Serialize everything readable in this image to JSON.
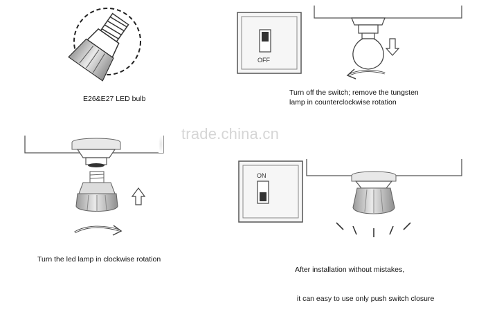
{
  "steps": [
    {
      "caption_lines": [
        "E26&E27 LED bulb"
      ]
    },
    {
      "caption_lines": [
        "Turn off the switch; remove the tungsten",
        "lamp in counterclockwise rotation"
      ],
      "switch_label": "OFF"
    },
    {
      "caption_lines": [
        "Turn the led lamp in clockwise rotation"
      ]
    },
    {
      "caption_lines": [
        "After installation without mistakes,",
        " it can easy to use only push switch closure"
      ],
      "switch_label": "ON"
    }
  ],
  "watermark": "trade.china.cn",
  "colors": {
    "line": "#555555",
    "bulb_shade": "#bdbdbd",
    "watermark": "#d6d6d6"
  }
}
